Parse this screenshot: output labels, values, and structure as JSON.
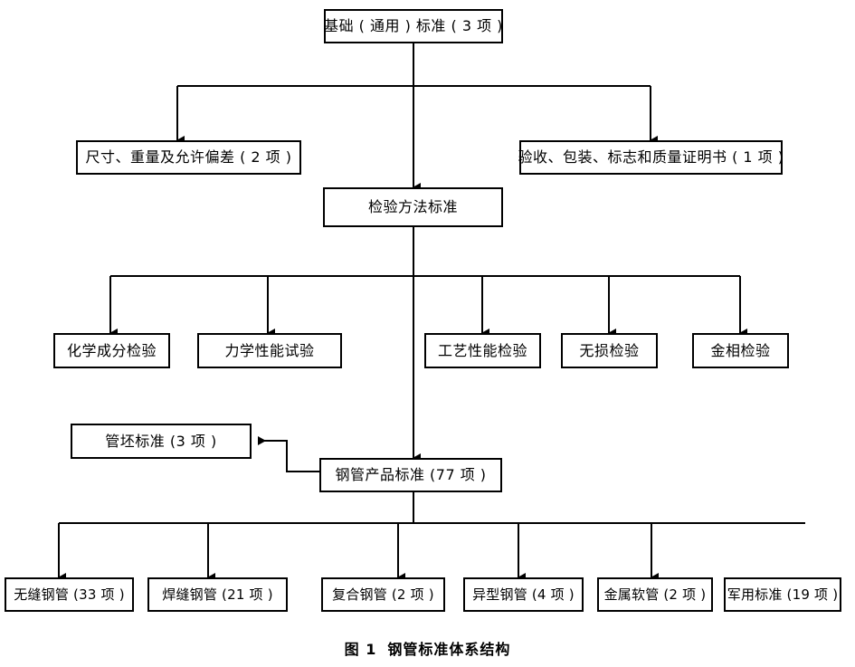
{
  "figure": {
    "caption_number": "图 1",
    "caption_title": "钢管标准体系结构"
  },
  "diagram": {
    "type": "hierarchy-flowchart",
    "root": {
      "id": "basic-standards",
      "label": "基础 ( 通用 ) 标准 ( 3 项 )"
    },
    "level2": [
      {
        "id": "dimension-weight-tolerance",
        "label": "尺寸、重量及允许偏差 ( 2 项 )"
      },
      {
        "id": "test-method-standards",
        "label": "检验方法标准"
      },
      {
        "id": "acceptance-packaging-marking",
        "label": "验收、包装、标志和质量证明书 ( 1 项 )"
      }
    ],
    "test_methods": [
      {
        "id": "chemical-composition-test",
        "label": "化学成分检验"
      },
      {
        "id": "mechanical-property-test",
        "label": "力学性能试验"
      },
      {
        "id": "technological-property-test",
        "label": "工艺性能检验"
      },
      {
        "id": "nondestructive-test",
        "label": "无损检验"
      },
      {
        "id": "metallographic-test",
        "label": "金相检验"
      }
    ],
    "product": {
      "id": "steel-pipe-product-standards",
      "label": "钢管产品标准 (77 项 )"
    },
    "tube_blank": {
      "id": "tube-blank-standards",
      "label": "管坯标准 (3 项 )"
    },
    "products": [
      {
        "id": "seamless-steel-pipe",
        "label": "无缝钢管 (33 项 )"
      },
      {
        "id": "welded-steel-pipe",
        "label": "焊缝钢管 (21 项 )"
      },
      {
        "id": "composite-steel-pipe",
        "label": "复合钢管 (2 项 )"
      },
      {
        "id": "special-shaped-steel-pipe",
        "label": "异型钢管 (4 项 )"
      },
      {
        "id": "metal-hose",
        "label": "金属软管 (2 项 )"
      },
      {
        "id": "military-standards",
        "label": "军用标准 (19 项 )"
      }
    ],
    "colors": {
      "line": "#000000",
      "box_border": "#000000",
      "background": "#ffffff",
      "text": "#000000"
    }
  }
}
